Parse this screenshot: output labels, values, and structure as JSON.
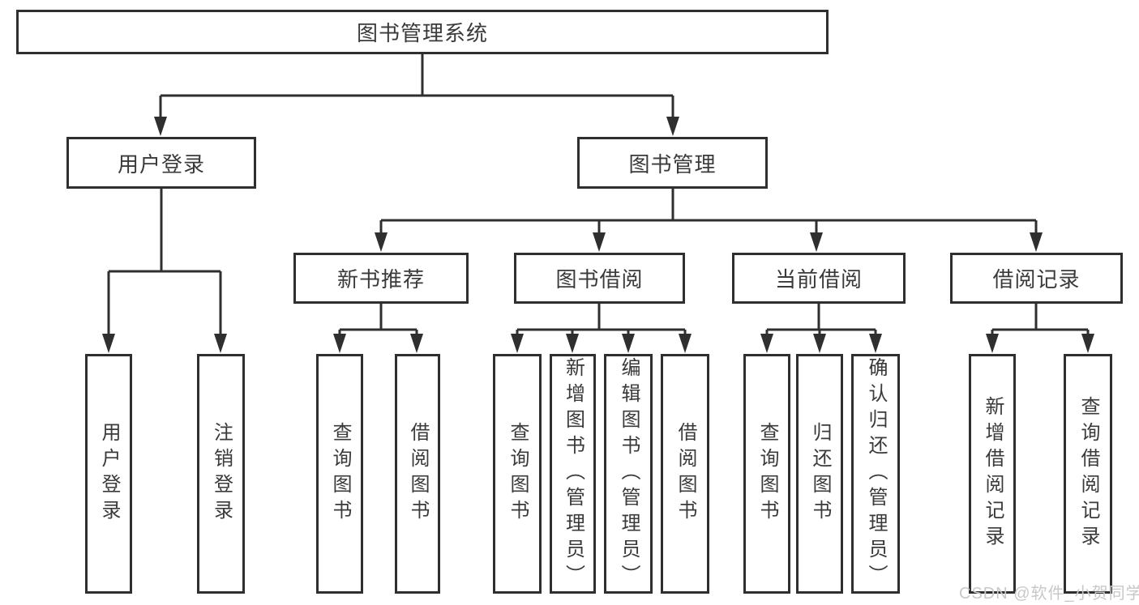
{
  "diagram": {
    "root": {
      "label": "图书管理系统"
    },
    "level1": [
      {
        "label": "用户登录"
      },
      {
        "label": "图书管理"
      }
    ],
    "level2": [
      {
        "label": "新书推荐"
      },
      {
        "label": "图书借阅"
      },
      {
        "label": "当前借阅"
      },
      {
        "label": "借阅记录"
      }
    ],
    "leaves": {
      "user_login": [
        {
          "label": "用户登录"
        },
        {
          "label": "注销登录"
        }
      ],
      "new_book_recommend": [
        {
          "label": "查询图书"
        },
        {
          "label": "借阅图书"
        }
      ],
      "book_borrow": [
        {
          "label": "查询图书"
        },
        {
          "label": "新增图书（管理员）"
        },
        {
          "label": "编辑图书（管理员）"
        },
        {
          "label": "借阅图书"
        }
      ],
      "current_borrow": [
        {
          "label": "查询图书"
        },
        {
          "label": "归还图书"
        },
        {
          "label": "确认归还（管理员）"
        }
      ],
      "borrow_records": [
        {
          "label": "新增借阅记录"
        },
        {
          "label": "查询借阅记录"
        }
      ]
    }
  },
  "watermark": {
    "text": "CSDN @软件_小贺同学"
  },
  "colors": {
    "line": "#2f2f2f",
    "text": "#3a3a3a",
    "watermark": "#c8c8c8",
    "background": "#ffffff"
  }
}
